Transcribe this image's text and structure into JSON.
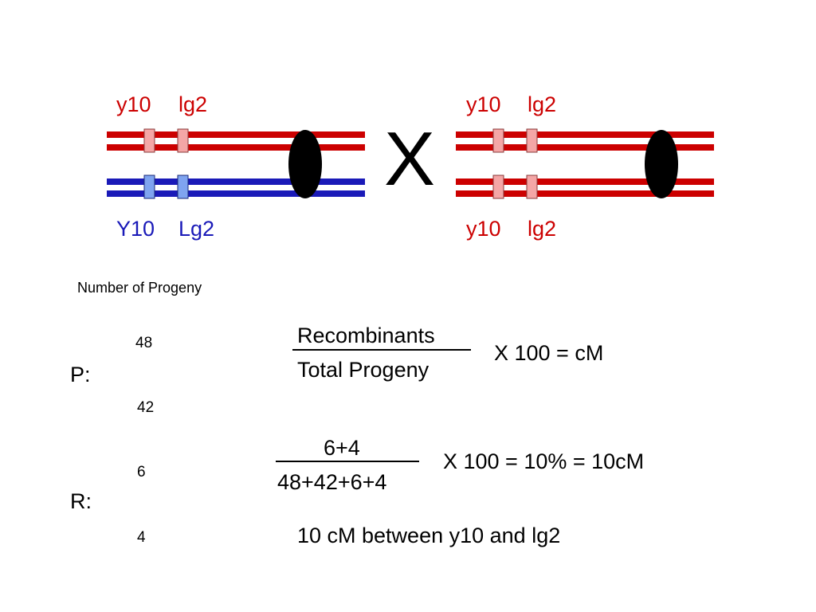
{
  "cross": {
    "left_top_labels": [
      "y10",
      "lg2"
    ],
    "left_bottom_labels": [
      "Y10",
      "Lg2"
    ],
    "right_top_labels": [
      "y10",
      "lg2"
    ],
    "right_bottom_labels": [
      "y10",
      "lg2"
    ],
    "cross_symbol": "X",
    "colors": {
      "red_chromosome": "#cc0000",
      "blue_chromosome": "#1a1ab8",
      "red_marker": "#f4a6a6",
      "blue_marker": "#7fa4f0",
      "centromere": "#000000"
    }
  },
  "progeny": {
    "heading": "Number of Progeny",
    "parental_label": "P:",
    "parental_counts": [
      "48",
      "42"
    ],
    "recombinant_label": "R:",
    "recombinant_counts": [
      "6",
      "4"
    ]
  },
  "formula": {
    "numerator": "Recombinants",
    "denominator": "Total Progeny",
    "multiplier": "X 100  = cM"
  },
  "calculation": {
    "numerator": "6+4",
    "denominator": "48+42+6+4",
    "result": "X 100  =  10% = 10cM"
  },
  "conclusion": "10 cM between y10 and lg2"
}
